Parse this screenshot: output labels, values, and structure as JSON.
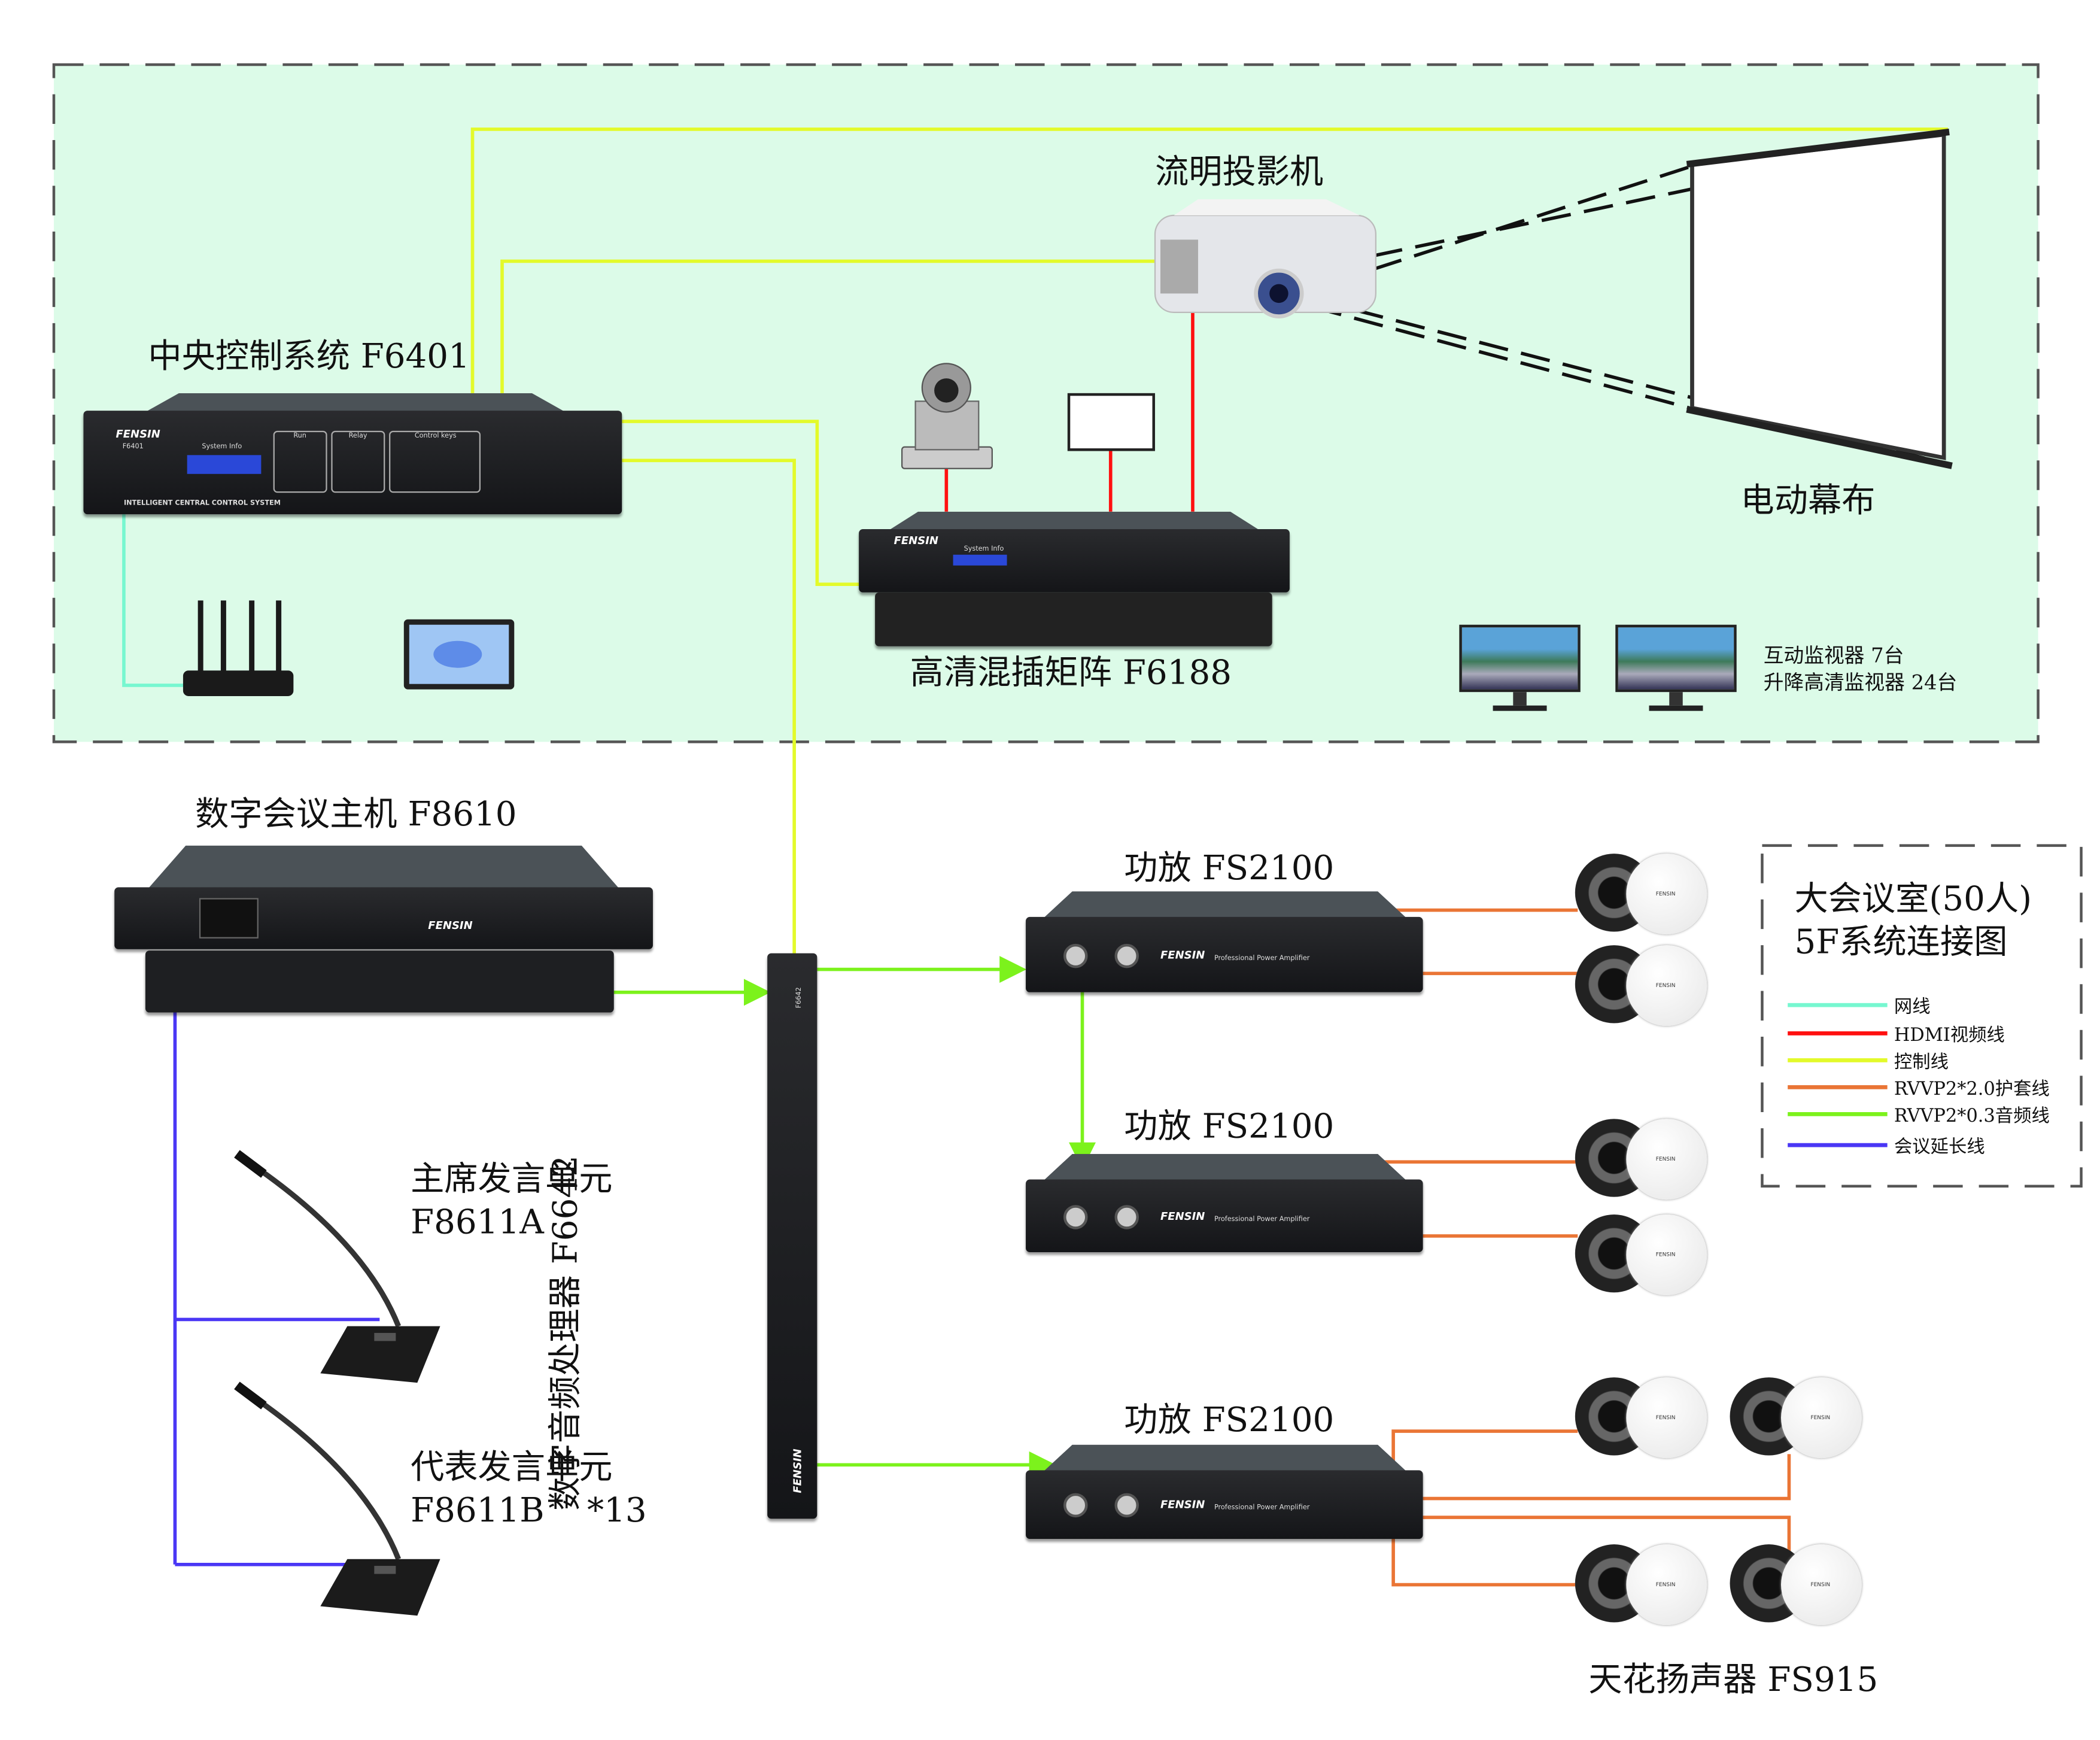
{
  "title": {
    "line1": "大会议室(50人)",
    "line2": "5F系统连接图"
  },
  "colors": {
    "zone_bg": "#dcfbe8",
    "network": "#77f7d0",
    "hdmi": "#ff1010",
    "control": "#e3fa2a",
    "rvvp_2_0": "#ea7535",
    "rvvp_0_3": "#7cf21c",
    "conference": "#4a37f5"
  },
  "legend": [
    {
      "label": "网线",
      "color": "#77f7d0"
    },
    {
      "label": "HDMI视频线",
      "color": "#ff1010"
    },
    {
      "label": "控制线",
      "color": "#e3fa2a"
    },
    {
      "label": "RVVP2*2.0护套线",
      "color": "#ea7535"
    },
    {
      "label": "RVVP2*0.3音频线",
      "color": "#7cf21c"
    },
    {
      "label": "会议延长线",
      "color": "#4a37f5"
    }
  ],
  "devices": {
    "projector": {
      "label": "流明投影机"
    },
    "screen": {
      "label": "电动幕布"
    },
    "central_control": {
      "label": "中央控制系统 F6401",
      "brand": "FENSIN",
      "model": "F6401",
      "info": "System Info",
      "group_run": "Run",
      "group_relay": "Relay",
      "group_keys": "Control keys",
      "footer": "INTELLIGENT CENTRAL CONTROL SYSTEM"
    },
    "matrix": {
      "label": "高清混插矩阵 F6188",
      "brand": "FENSIN",
      "info": "System Info"
    },
    "monitors": {
      "line1": "互动监视器  7台",
      "line2": "升降高清监视器 24台"
    },
    "conference_host": {
      "label": "数字会议主机 F8610",
      "brand": "FENSIN"
    },
    "processor": {
      "label": "数字音频处理器 F6642",
      "model": "F6642",
      "brand": "FENSIN"
    },
    "amps": [
      {
        "label": "功放 FS2100",
        "front": "Professional Power Amplifier"
      },
      {
        "label": "功放 FS2100",
        "front": "Professional Power Amplifier"
      },
      {
        "label": "功放 FS2100",
        "front": "Professional Power Amplifier"
      }
    ],
    "chair_unit": {
      "line1": "主席发言单元",
      "line2": "F8611A"
    },
    "delegate_unit": {
      "line1": "代表发言单元",
      "line2": "F8611B    *13"
    },
    "speakers": {
      "label": "天花扬声器 FS915",
      "brand": "FENSIN"
    }
  }
}
